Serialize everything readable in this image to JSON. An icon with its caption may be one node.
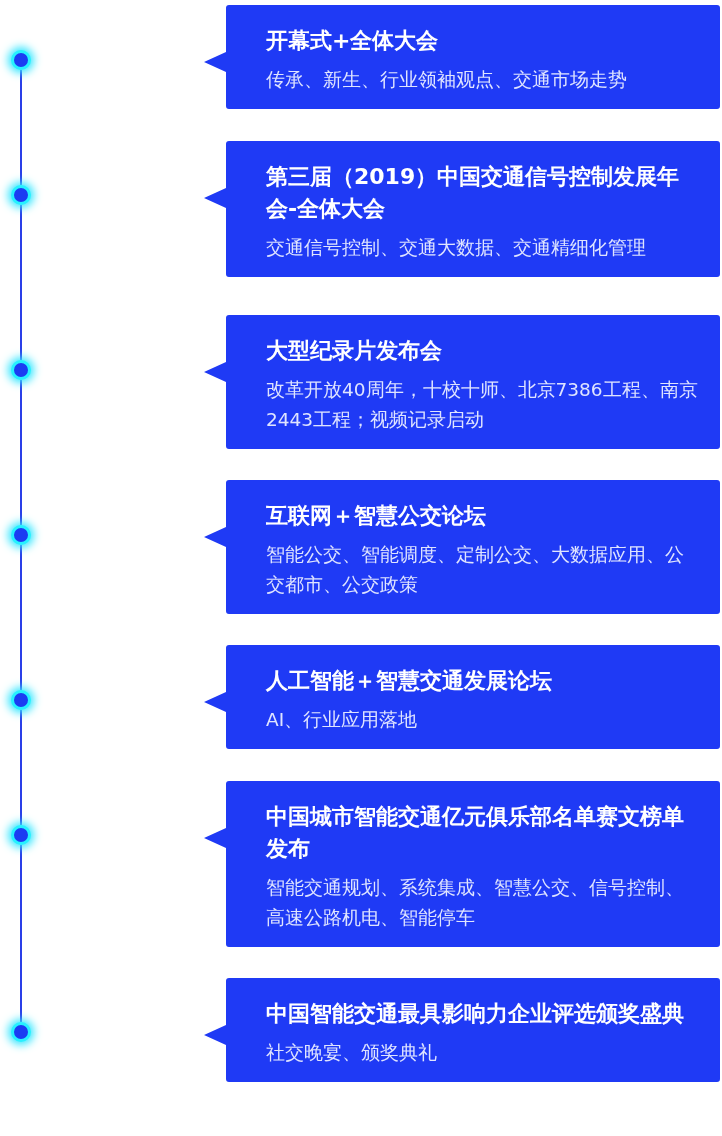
{
  "diagram": {
    "nodes": [
      {
        "text": [],
        "shape": "circle"
      },
      {
        "text": [
          "开幕式+全体大会",
          "传承、新生、行业领袖观点、交通市场走势"
        ]
      },
      {
        "text": [],
        "shape": "circle"
      },
      {
        "text": [
          "第三届（2019）中国交通信号控制发展年会-全体大会",
          "交通信号控制、交通大数据、交通精细化管理"
        ]
      },
      {
        "text": [],
        "shape": "circle"
      },
      {
        "text": [
          "大型纪录片发布会",
          "改革开放40周年，十校十师、北京7386工程、南京2443工程；视频记录启动"
        ]
      },
      {
        "text": [],
        "shape": "circle"
      },
      {
        "text": [
          "互联网＋智慧公交论坛",
          "智能公交、智能调度、定制公交、大数据应用、公交都市、公交政策"
        ]
      },
      {
        "text": [],
        "shape": "circle"
      },
      {
        "text": [
          "人工智能＋智慧交通发展论坛",
          "AI、行业应用落地"
        ]
      },
      {
        "text": [],
        "shape": "circle"
      },
      {
        "text": [
          "中国城市智能交通亿元俱乐部名单赛文榜单发布",
          "智能交通规划、系统集成、智慧公交、信号控制、高速公路机电、智能停车"
        ]
      },
      {
        "text": [],
        "shape": "circle"
      },
      {
        "text": [
          "中国智能交通最具影响力企业评选颁奖盛典",
          "社交晚宴、颁奖典礼"
        ]
      }
    ],
    "edges": [
      {
        "from": 0,
        "to": 2,
        "arrow": "none"
      },
      {
        "from": 2,
        "to": 4,
        "arrow": "none"
      },
      {
        "from": 4,
        "to": 6,
        "arrow": "none"
      },
      {
        "from": 6,
        "to": 8,
        "arrow": "none"
      },
      {
        "from": 8,
        "to": 10,
        "arrow": "none"
      },
      {
        "from": 10,
        "to": 12,
        "arrow": "none"
      }
    ]
  }
}
